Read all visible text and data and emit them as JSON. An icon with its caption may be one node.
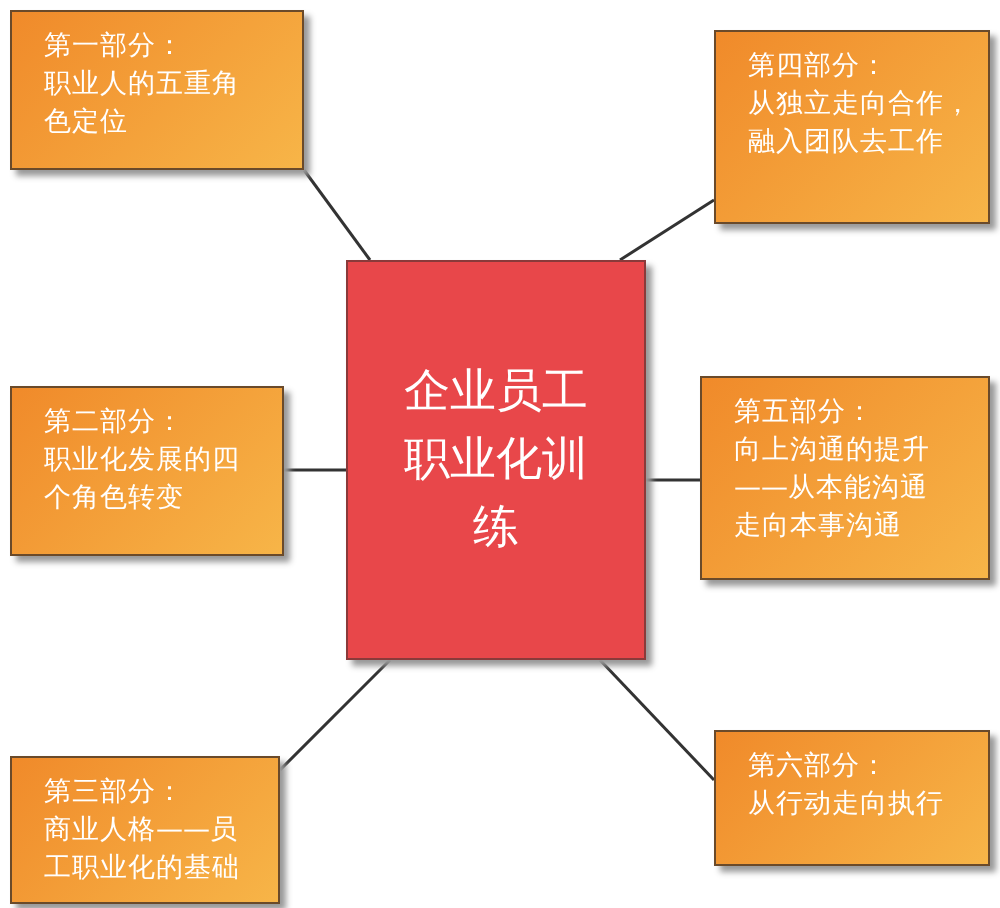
{
  "diagram": {
    "nodes": [
      {
        "text": [
          "企业员工职业化训练"
        ]
      },
      {
        "text": [
          "第一部分：",
          "职业人的五重角色定位"
        ]
      },
      {
        "text": [
          "第二部分：",
          "职业化发展的四个角色转变"
        ]
      },
      {
        "text": [
          "第三部分：",
          "商业人格——员工职业化的基础"
        ]
      },
      {
        "text": [
          "第四部分：",
          "从独立走向合作，融入团队去工作"
        ]
      },
      {
        "text": [
          "第五部分：",
          "向上沟通的提升——从本能沟通走向本事沟通"
        ]
      },
      {
        "text": [
          "第六部分：",
          "从行动走向执行"
        ]
      }
    ],
    "edges": [
      {
        "from": 0,
        "to": 1,
        "arrow": "none"
      },
      {
        "from": 0,
        "to": 2,
        "arrow": "none"
      },
      {
        "from": 0,
        "to": 3,
        "arrow": "none"
      },
      {
        "from": 0,
        "to": 4,
        "arrow": "none"
      },
      {
        "from": 0,
        "to": 5,
        "arrow": "none"
      },
      {
        "from": 0,
        "to": 6,
        "arrow": "none"
      }
    ]
  }
}
